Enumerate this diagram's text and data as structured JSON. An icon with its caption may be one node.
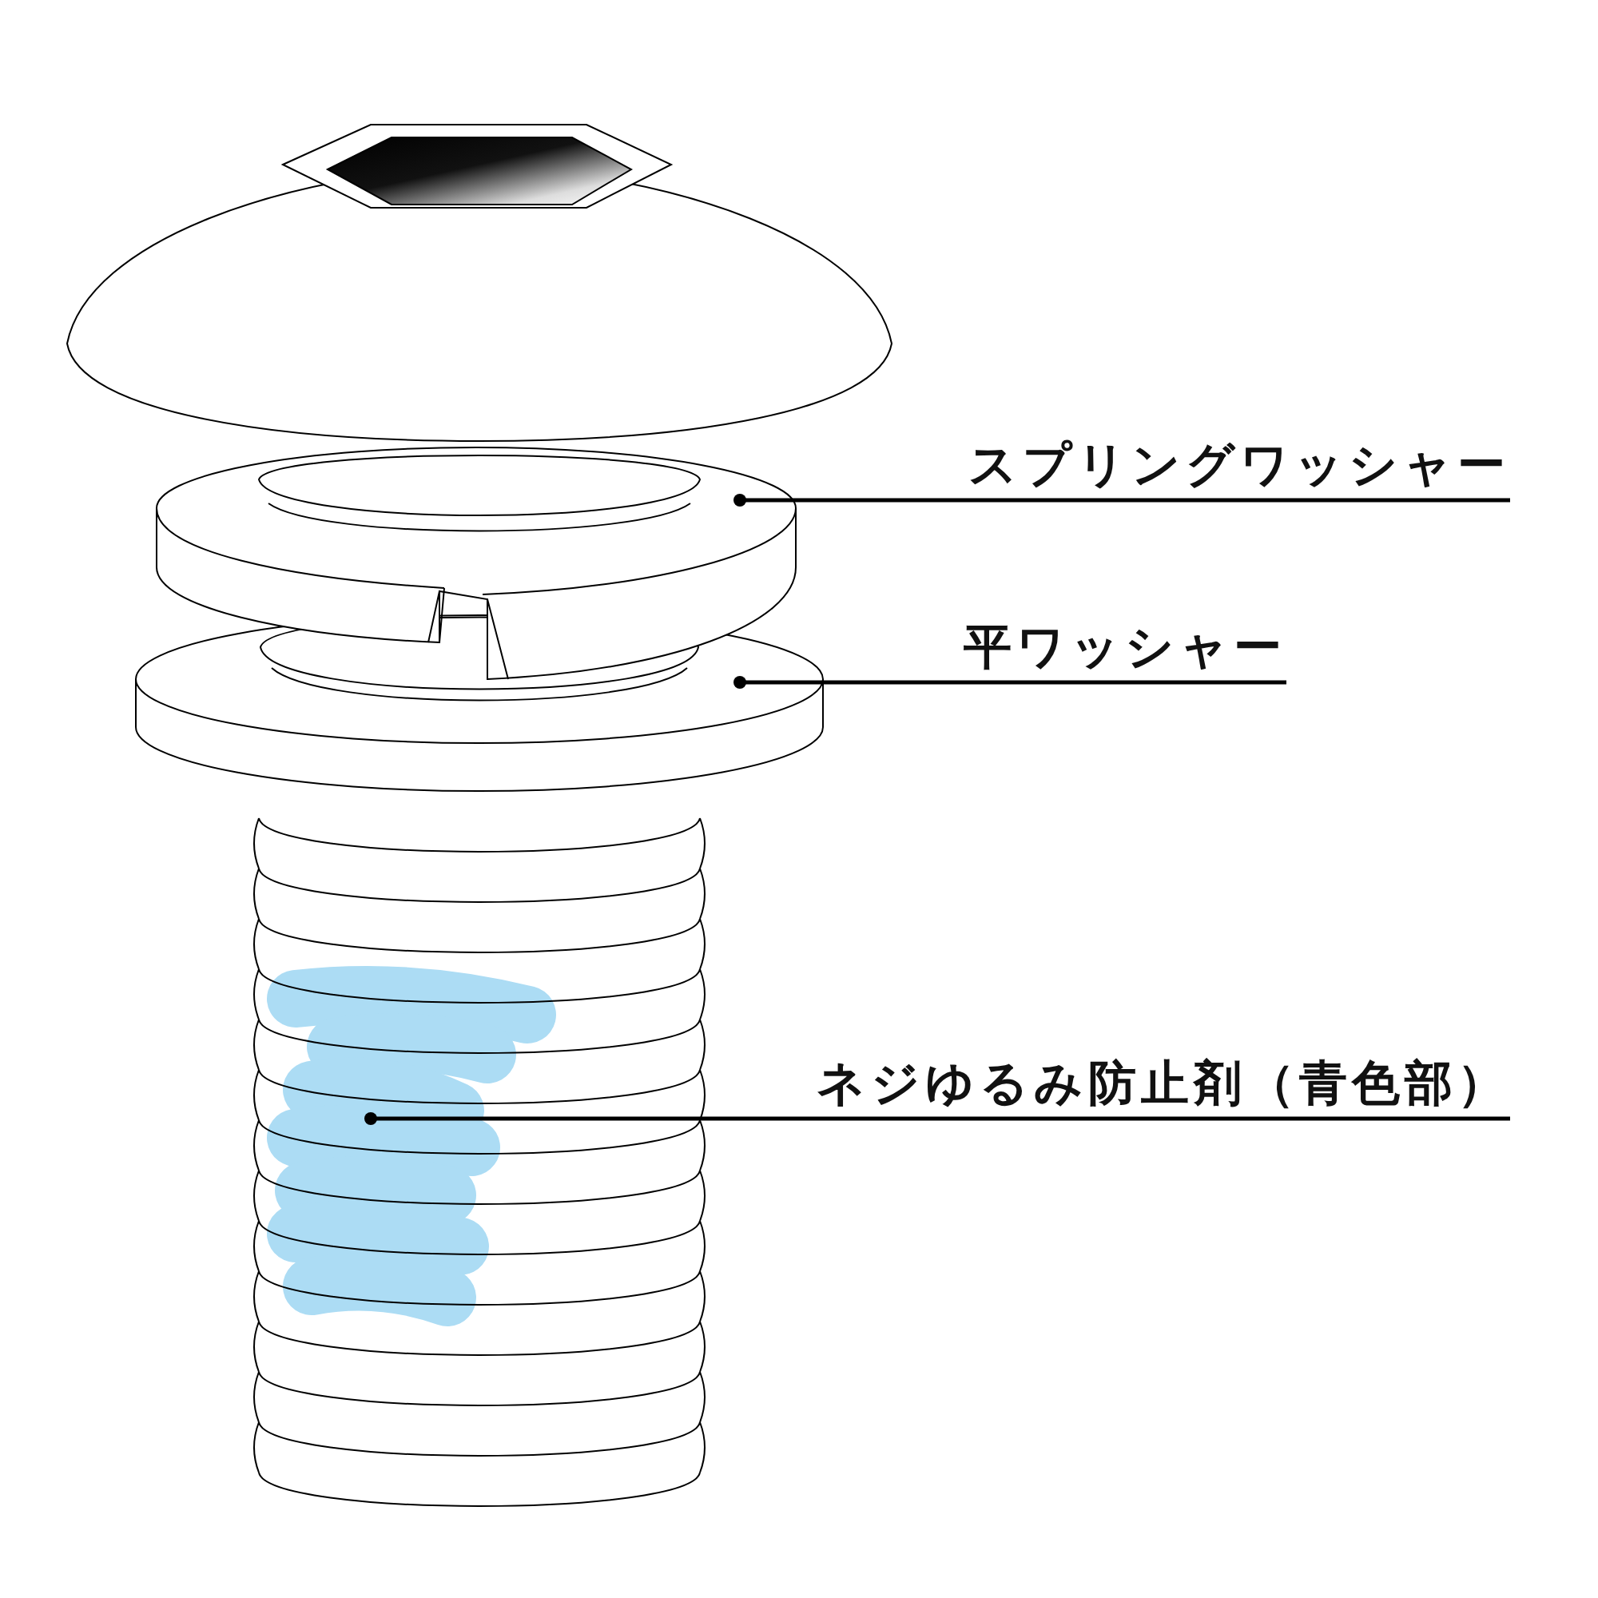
{
  "diagram": {
    "nodes": [
      {
        "text": [
          "スプリングワッシャー"
        ]
      },
      {
        "text": [
          "平ワッシャー"
        ]
      },
      {
        "text": [
          "ネジゆるみ防止剤（青色部）"
        ]
      },
      {
        "text": [],
        "shape": "picture"
      },
      {
        "text": [],
        "shape": "picture"
      },
      {
        "text": [],
        "shape": "picture"
      }
    ],
    "edges": [
      {
        "from": 0,
        "to": 3,
        "arrow": "other"
      },
      {
        "from": 1,
        "to": 4,
        "arrow": "other"
      },
      {
        "from": 2,
        "to": 5,
        "arrow": "other"
      }
    ]
  }
}
